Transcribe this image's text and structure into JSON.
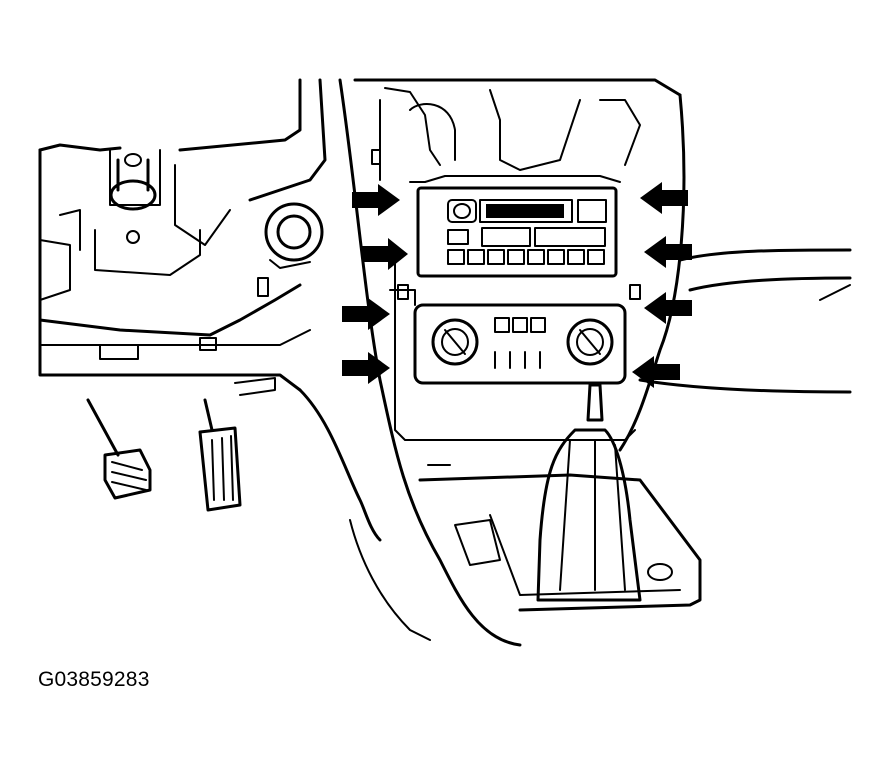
{
  "figure": {
    "id_label": "G03859283"
  },
  "callouts": {
    "count": 8,
    "style": "solid-black-arrow",
    "color": "#000000"
  }
}
